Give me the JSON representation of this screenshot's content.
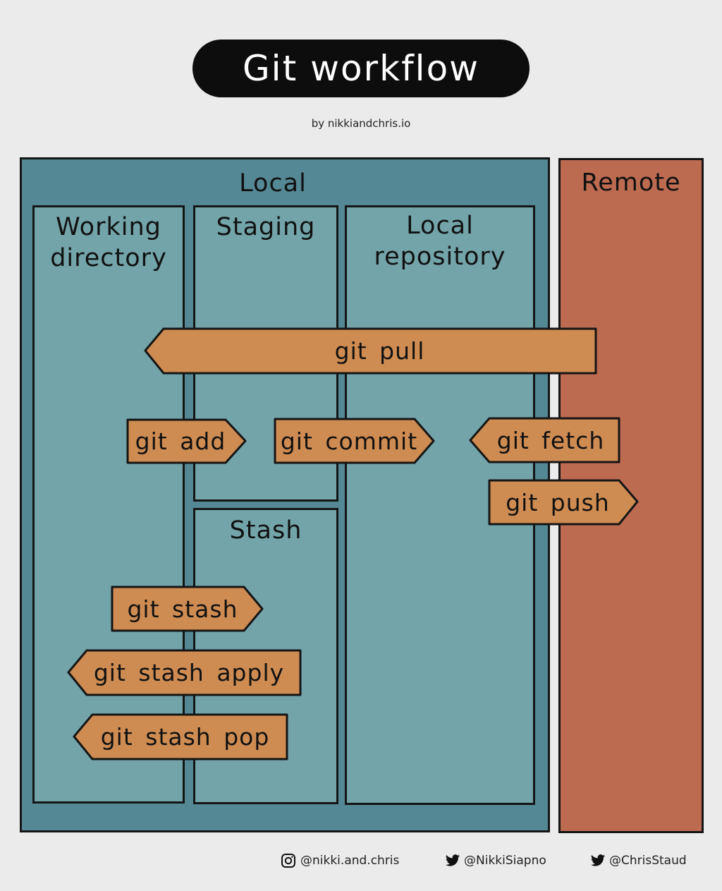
{
  "title": "Git workflow",
  "byline": "by nikkiandchris.io",
  "sections": {
    "local": "Local",
    "remote": "Remote",
    "working_directory": "Working\ndirectory",
    "staging": "Staging",
    "local_repository": "Local\nrepository",
    "stash": "Stash"
  },
  "commands": {
    "pull": "git pull",
    "add": "git add",
    "commit": "git commit",
    "fetch": "git fetch",
    "push": "git push",
    "stash": "git stash",
    "stash_apply": "git stash apply",
    "stash_pop": "git stash pop"
  },
  "socials": [
    {
      "icon": "instagram-icon",
      "handle": "@nikki.and.chris"
    },
    {
      "icon": "twitter-icon",
      "handle": "@NikkiSiapno"
    },
    {
      "icon": "twitter-icon",
      "handle": "@ChrisStaud"
    }
  ],
  "colors": {
    "background": "#ebebeb",
    "title_pill": "#0d0d0d",
    "local": "#548894",
    "column": "#72a4aa",
    "remote": "#bc6a50",
    "arrow": "#cf8c52",
    "outline": "#151515"
  }
}
